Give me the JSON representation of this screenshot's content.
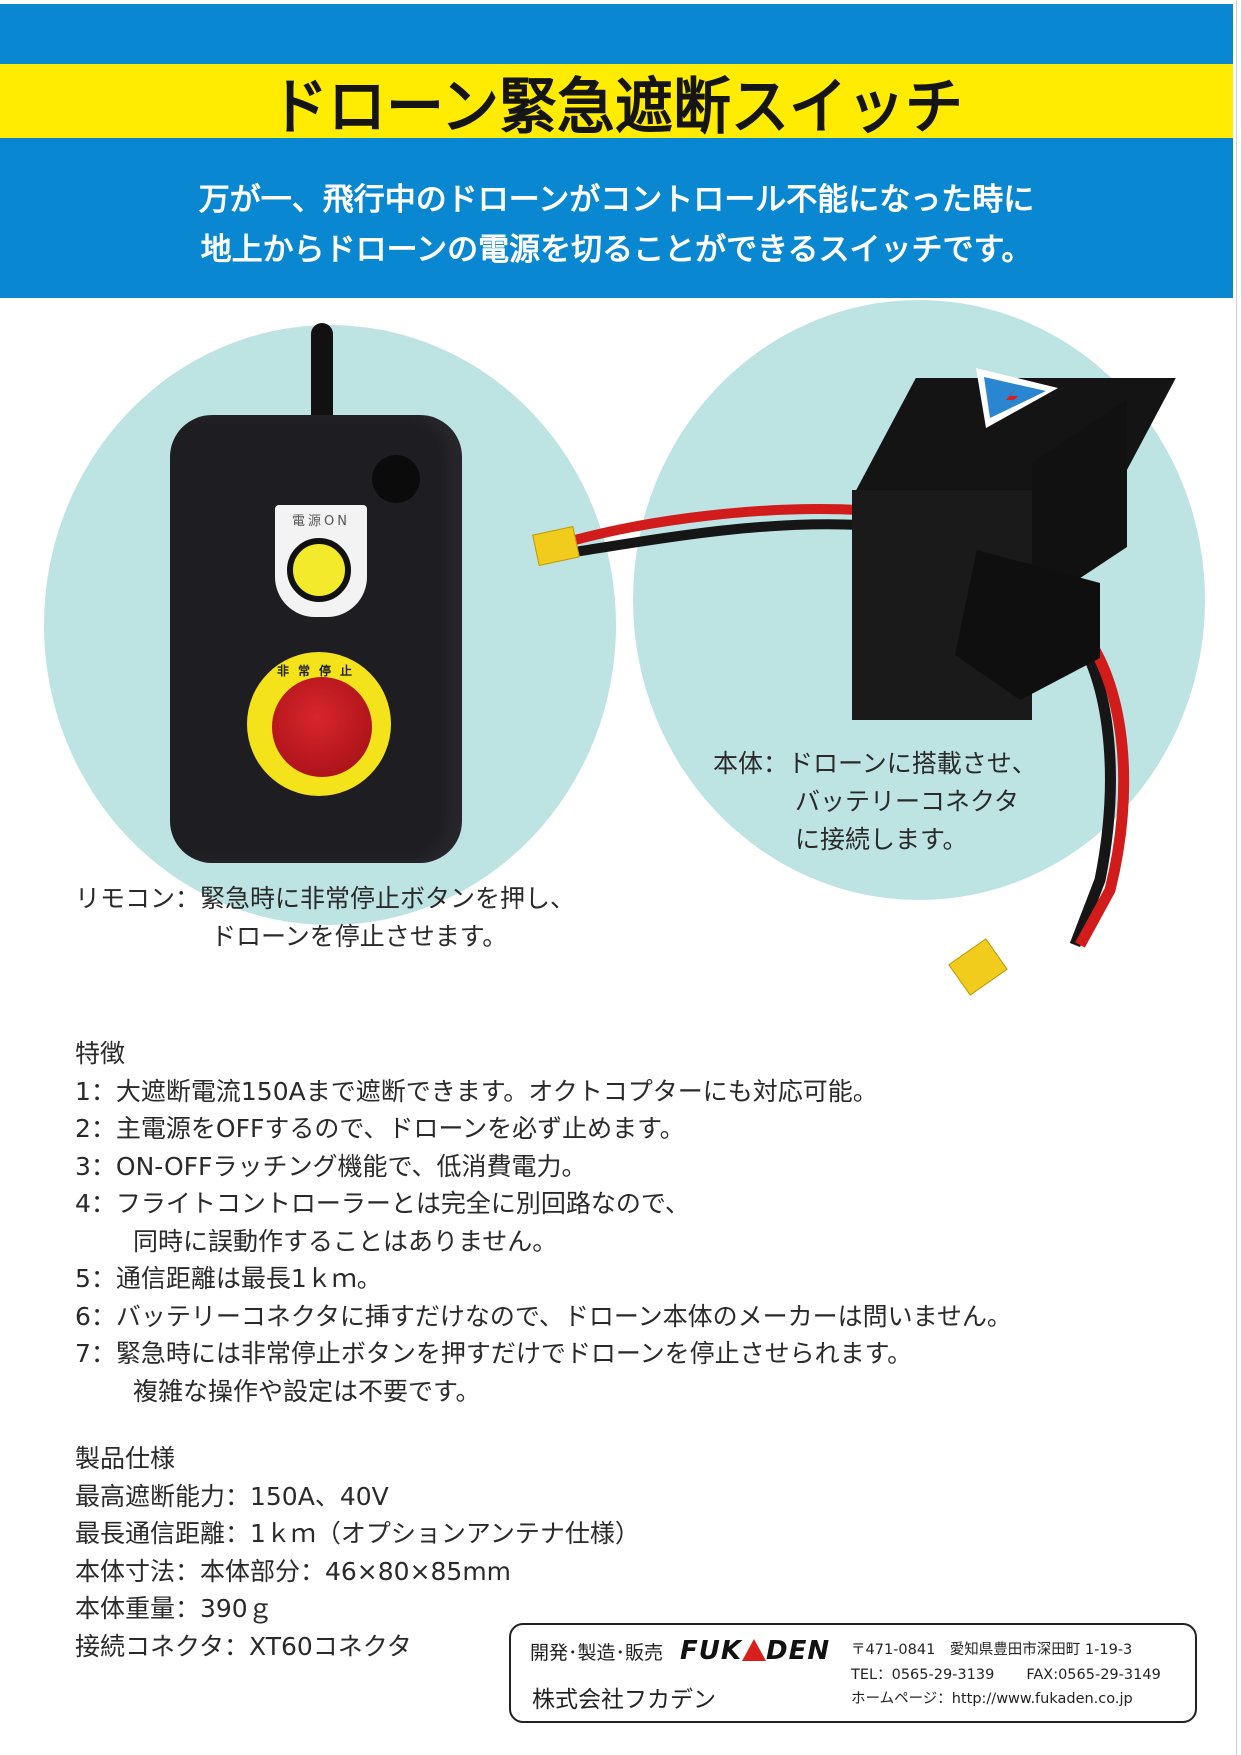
{
  "header": {
    "title": "ドローン緊急遮断スイッチ",
    "subtitle_lines": [
      "万が一、飛行中のドローンがコントロール不能になった時に",
      "地上からドローンの電源を切ることができるスイッチです。"
    ],
    "colors": {
      "band_blue": "#0a87d1",
      "title_yellow": "#ffec00"
    }
  },
  "images": {
    "remote": {
      "power_button_label": "電源ON",
      "estop_label": "非常停止",
      "icons": [
        "antenna-icon",
        "power-button-icon",
        "emergency-stop-button-icon"
      ]
    },
    "device": {
      "icons": [
        "lightning-triangle-logo-icon",
        "xt60-connector-icon"
      ]
    }
  },
  "captions": {
    "device": {
      "label": "本体：",
      "lines": [
        "ドローンに搭載させ、",
        "バッテリーコネクタ",
        "に接続します。"
      ]
    },
    "remote": {
      "label": "リモコン：",
      "lines": [
        "緊急時に非常停止ボタンを押し、",
        "ドローンを停止させます。"
      ]
    }
  },
  "features": {
    "heading": "特徴",
    "items": [
      "1：大遮断電流150Aまで遮断できます。オクトコプターにも対応可能。",
      "2：主電源をOFFするので、ドローンを必ず止めます。",
      "3：ON-OFFラッチング機能で、低消費電力。",
      "4：フライトコントローラーとは完全に別回路なので、",
      "同時に誤動作することはありません。",
      "5：通信距離は最長1ｋｍ。",
      "6：バッテリーコネクタに挿すだけなので、ドローン本体のメーカーは問いません。",
      "7：緊急時には非常停止ボタンを押すだけでドローンを停止させられます。",
      "複雑な操作や設定は不要です。"
    ]
  },
  "specs": {
    "heading": "製品仕様",
    "items": [
      "最高遮断能力：150A、40V",
      "最長通信距離：1ｋｍ（オプションアンテナ仕様）",
      "本体寸法：本体部分：46×80×85mm",
      "本体重量：390ｇ",
      "接続コネクタ：XT60コネクタ"
    ]
  },
  "footer": {
    "role": "開発･製造･販売",
    "logo_left": "FUK",
    "logo_right": "DEN",
    "company": "株式会社フカデン",
    "address": "〒471-0841　愛知県豊田市深田町 1-19-3",
    "tel": "TEL：0565-29-3139",
    "fax": "FAX:0565-29-3149",
    "homepage": "ホームページ：http://www.fukaden.co.jp"
  }
}
